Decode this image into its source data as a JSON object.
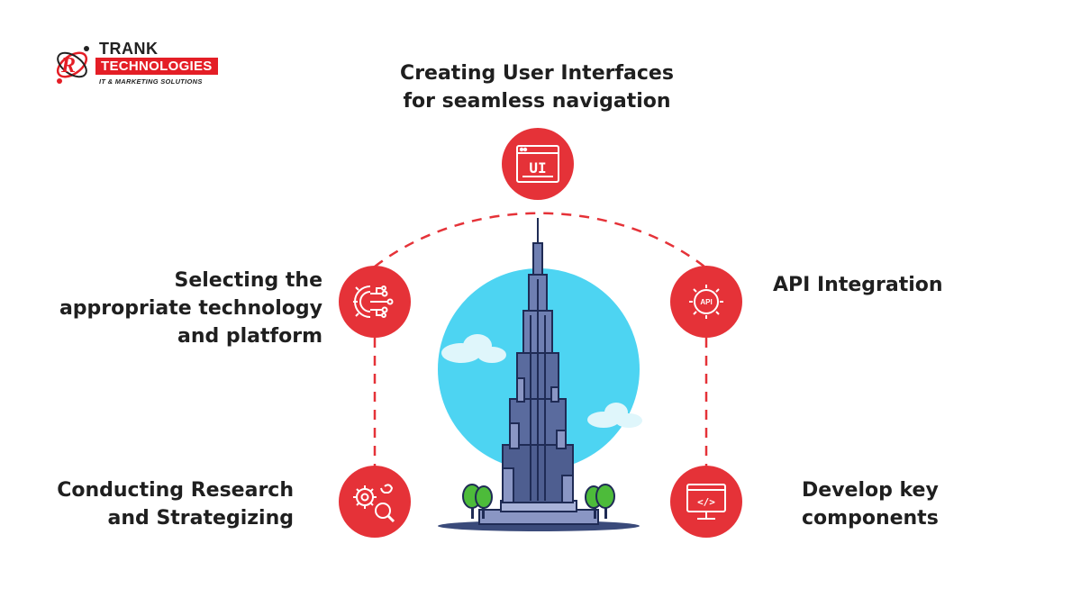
{
  "logo": {
    "name": "TRANK",
    "band": "TECHNOLOGIES",
    "tagline": "IT & MARKETING SOLUTIONS"
  },
  "colors": {
    "accent": "#e53238",
    "sky": "#4dd4f2",
    "tower": "#5a6b9e",
    "tree": "#4dbb3a"
  },
  "steps": [
    {
      "icon": "research-gear-magnifier-icon",
      "lines": [
        "Conducting Research",
        "and Strategizing"
      ]
    },
    {
      "icon": "technology-gear-circuit-icon",
      "lines": [
        "Selecting the",
        "appropriate technology",
        "and platform"
      ]
    },
    {
      "icon": "ui-window-icon",
      "icon_text": "UI",
      "lines": [
        "Creating User Interfaces",
        "for seamless navigation"
      ]
    },
    {
      "icon": "api-gear-icon",
      "icon_text": "API",
      "lines": [
        "API Integration"
      ]
    },
    {
      "icon": "code-monitor-icon",
      "icon_text": "</>",
      "lines": [
        "Develop key",
        "components"
      ]
    }
  ]
}
